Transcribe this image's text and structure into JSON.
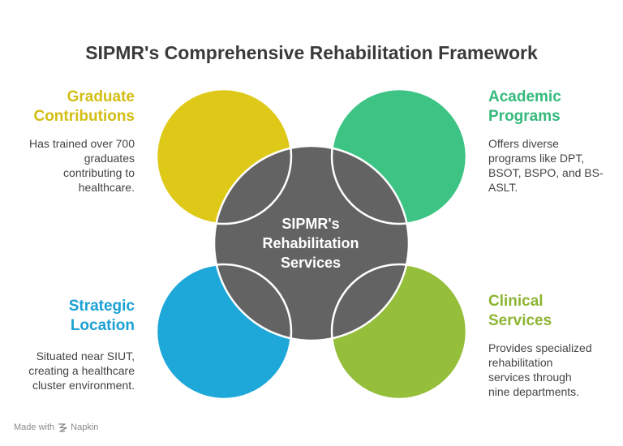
{
  "title": "SIPMR's Comprehensive Rehabilitation Framework",
  "center": {
    "lines": [
      "SIPMR's",
      "Rehabilitation",
      "Services"
    ]
  },
  "colors": {
    "yellow": "#DFC918",
    "green": "#3DC485",
    "blue": "#1EA8D9",
    "lime": "#95BF3A",
    "center": "#636363"
  },
  "sections": {
    "graduate": {
      "heading_lines": [
        "Graduate",
        "Contributions"
      ],
      "desc_lines": [
        "Has trained over 700",
        "graduates",
        "contributing to",
        "healthcare."
      ]
    },
    "academic": {
      "heading_lines": [
        "Academic",
        "Programs"
      ],
      "desc_lines": [
        "Offers diverse",
        "programs like DPT,",
        "BSOT, BSPO, and BS-",
        "ASLT."
      ]
    },
    "location": {
      "heading_lines": [
        "Strategic",
        "Location"
      ],
      "desc_lines": [
        "Situated near SIUT,",
        "creating a healthcare",
        "cluster environment."
      ]
    },
    "clinical": {
      "heading_lines": [
        "Clinical",
        "Services"
      ],
      "desc_lines": [
        "Provides specialized",
        "rehabilitation",
        "services through",
        "nine departments."
      ]
    }
  },
  "footer": {
    "made_with": "Made with",
    "brand": "Napkin",
    "brand_icon": "napkin-logo-icon"
  }
}
